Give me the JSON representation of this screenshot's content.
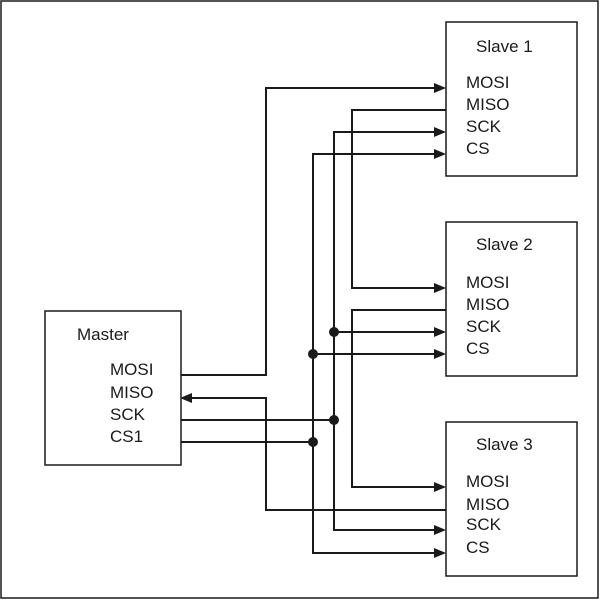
{
  "master": {
    "title": "Master",
    "pins": [
      "MOSI",
      "MISO",
      "SCK",
      "CS1"
    ]
  },
  "slaves": [
    {
      "title": "Slave 1",
      "pins": [
        "MOSI",
        "MISO",
        "SCK",
        "CS"
      ]
    },
    {
      "title": "Slave 2",
      "pins": [
        "MOSI",
        "MISO",
        "SCK",
        "CS"
      ]
    },
    {
      "title": "Slave 3",
      "pins": [
        "MOSI",
        "MISO",
        "SCK",
        "CS"
      ]
    }
  ],
  "colors": {
    "line": "#1a1a1a",
    "background": "#ffffff"
  }
}
